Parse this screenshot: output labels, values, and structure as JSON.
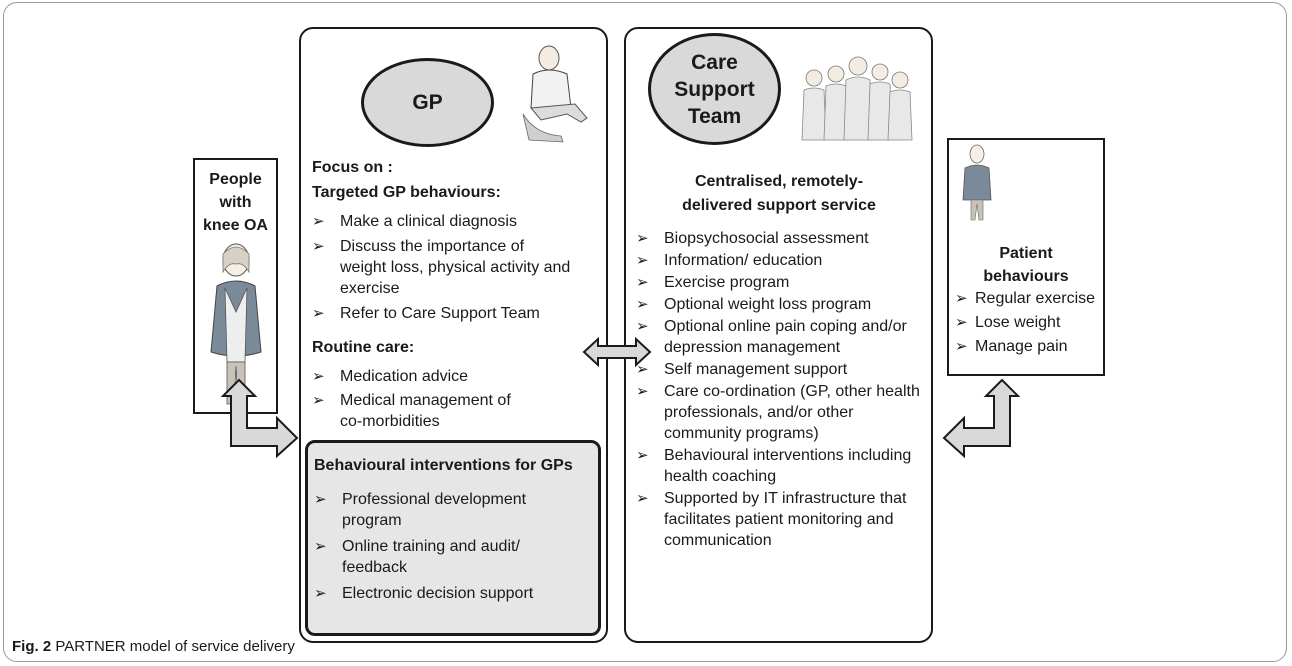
{
  "people": {
    "label_line1": "People",
    "label_line2": "with",
    "label_line3": "knee OA",
    "figure_icon": "woman-standing-illustration"
  },
  "gp": {
    "ellipse_label": "GP",
    "figure_icon": "seated-doctor-illustration",
    "focus_heading": "Focus on :",
    "targeted_heading": "Targeted GP behaviours:",
    "targeted_items": [
      "Make a clinical diagnosis",
      "Discuss the importance of weight loss, physical activity and exercise",
      "Refer to Care Support Team"
    ],
    "routine_heading": "Routine care:",
    "routine_items": [
      "Medication advice",
      "Medical management of co-morbidities"
    ],
    "interventions_heading": "Behavioural interventions for GPs",
    "interventions_items": [
      "Professional development program",
      "Online training and audit/ feedback",
      "Electronic decision support"
    ]
  },
  "cst": {
    "ellipse_line1": "Care",
    "ellipse_line2": "Support",
    "ellipse_line3": "Team",
    "figure_icon": "group-of-people-illustration",
    "heading_line1": "Centralised, remotely-",
    "heading_line2": "delivered support service",
    "items": [
      "Biopsychosocial assessment",
      "Information/ education",
      "Exercise program",
      "Optional weight loss program",
      "Optional online pain coping and/or depression management",
      "Self management support",
      "Care co-ordination (GP, other health professionals, and/or other community programs)",
      "Behavioural interventions including health coaching",
      "Supported by IT infrastructure that facilitates patient monitoring and communication"
    ]
  },
  "patient": {
    "figure_icon": "patient-woman-illustration",
    "label_line1": "Patient",
    "label_line2": "behaviours",
    "items": [
      "Regular exercise",
      "Lose weight",
      "Manage pain"
    ]
  },
  "caption": {
    "prefix": "Fig. 2",
    "text": " PARTNER model of service delivery"
  },
  "colors": {
    "border": "#1a1a1a",
    "ellipse_fill": "#d9d9d9",
    "panel_fill": "#e6e6e6",
    "arrow_fill": "#d9d9d9"
  }
}
